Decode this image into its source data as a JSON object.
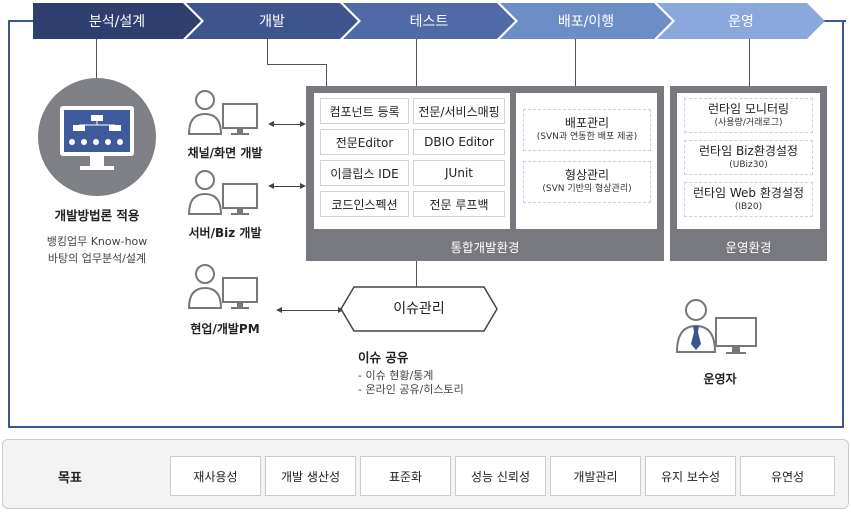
{
  "phases": [
    "분석/설계",
    "개발",
    "테스트",
    "배포/이행",
    "운영"
  ],
  "phase_colors": [
    "#2e3e6e",
    "#3e548c",
    "#4f6aa6",
    "#6d8dc7",
    "#8aa8dc"
  ],
  "analysis": {
    "title": "개발방법론 적용",
    "line1": "뱅킹업무 Know-how",
    "line2": "바탕의 업무분석/설계"
  },
  "roles": {
    "channel": "채널/화면 개발",
    "server": "서버/Biz 개발",
    "pm": "현업/개발PM",
    "operator": "운영자"
  },
  "dev_env": {
    "label": "통합개발환경",
    "tools": [
      "컴포넌트 등록",
      "전문/서비스매핑",
      "전문Editor",
      "DBIO Editor",
      "이클립스 IDE",
      "JUnit",
      "코드인스펙션",
      "전문 루프백"
    ]
  },
  "deploy": [
    {
      "title": "배포관리",
      "sub": "(SVN과 연동한 배포 제공)"
    },
    {
      "title": "형상관리",
      "sub": "(SVN 기반의 형상관리)"
    }
  ],
  "ops_env": {
    "label": "운영환경",
    "items": [
      {
        "title": "런타임 모니터링",
        "sub": "(사용량/거래로그)"
      },
      {
        "title": "런타임 Biz환경설정",
        "sub": "(UBiz30)"
      },
      {
        "title": "런타임 Web 환경설정",
        "sub": "(IB20)"
      }
    ]
  },
  "issue": {
    "label": "이슈관리",
    "title": "이슈 공유",
    "line1": "- 이슈 현황/통계",
    "line2": "- 온라인 공유/히스토리"
  },
  "goals": {
    "label": "목표",
    "items": [
      "재사용성",
      "개발 생산성",
      "표준화",
      "성능 신뢰성",
      "개발관리",
      "유지 보수성",
      "유연성"
    ]
  }
}
